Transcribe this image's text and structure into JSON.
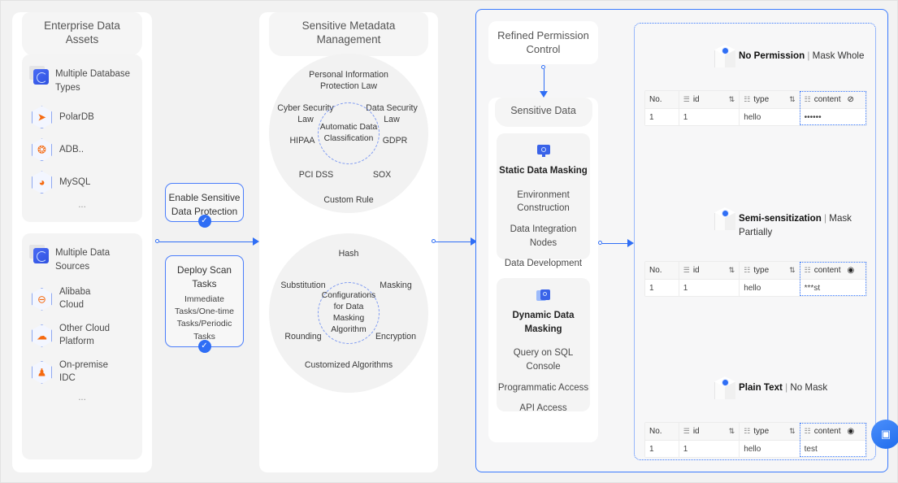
{
  "columns": {
    "enterprise": {
      "title": "Enterprise Data Assets",
      "groups": [
        {
          "heading": "Multiple Database Types",
          "icon": "database-badge-icon",
          "items": [
            {
              "label": "PolarDB",
              "icon": "polardb-hex-icon",
              "glyph": "➤"
            },
            {
              "label": "ADB..",
              "icon": "adb-hex-icon",
              "glyph": "❂"
            },
            {
              "label": "MySQL",
              "icon": "mysql-hex-icon",
              "glyph": "◕"
            }
          ],
          "more": "..."
        },
        {
          "heading": "Multiple Data Sources",
          "icon": "datasource-badge-icon",
          "items": [
            {
              "label": "Alibaba Cloud",
              "icon": "alibaba-cloud-hex-icon",
              "glyph": "⊖"
            },
            {
              "label": "Other Cloud Platform",
              "icon": "other-cloud-hex-icon",
              "glyph": "☁"
            },
            {
              "label": "On-premise IDC",
              "icon": "on-premise-idc-hex-icon",
              "glyph": "♟"
            }
          ],
          "more": "..."
        }
      ]
    },
    "steps": [
      {
        "title": "Enable Sensitive Data Protection",
        "lines": [],
        "check": "✓"
      },
      {
        "title": "Deploy Scan Tasks",
        "lines": [
          "Immediate Tasks/One-time",
          "Tasks/Periodic Tasks"
        ],
        "check": "✓"
      }
    ],
    "metadata": {
      "title": "Sensitive Metadata Management",
      "circles": [
        {
          "center": "Automatic Data Classification",
          "labels": [
            "Personal Information Protection Law",
            "Cyber Security Law",
            "Data Security Law",
            "HIPAA",
            "GDPR",
            "PCI DSS",
            "SOX",
            "Custom Rule"
          ]
        },
        {
          "center": "Configurations for Data Masking Algorithm",
          "labels": [
            "Hash",
            "Substitution",
            "Masking",
            "Rounding",
            "Encryption",
            "Customized Algorithms"
          ]
        }
      ]
    },
    "permission": {
      "title": "Refined Permission Control",
      "sub_title": "Sensitive Data",
      "cards": [
        {
          "heading": "Static Data Masking",
          "icon": "static-masking-icon",
          "items": [
            "Environment Construction",
            "Data Integration Nodes",
            "Data Development"
          ]
        },
        {
          "heading": "Dynamic Data Masking",
          "icon": "dynamic-masking-icon",
          "items": [
            "Query on SQL Console",
            "Programmatic Access",
            "API Access"
          ]
        }
      ]
    }
  },
  "results": [
    {
      "title": "No Permission",
      "separator": "|",
      "mode": "Mask Whole",
      "content_icon": "eye-slash-icon",
      "content_glyph": "⊘",
      "headers": [
        "No.",
        "id",
        "type",
        "content"
      ],
      "row": [
        "1",
        "1",
        "hello",
        "••••••"
      ]
    },
    {
      "title": "Semi-sensitization",
      "separator": "|",
      "mode": "Mask Partially",
      "content_icon": "eye-icon",
      "content_glyph": "◉",
      "headers": [
        "No.",
        "id",
        "type",
        "content"
      ],
      "row": [
        "1",
        "1",
        "hello",
        "***st"
      ]
    },
    {
      "title": "Plain Text",
      "separator": "|",
      "mode": "No Mask",
      "content_icon": "eye-icon",
      "content_glyph": "◉",
      "headers": [
        "No.",
        "id",
        "type",
        "content"
      ],
      "row": [
        "1",
        "1",
        "hello",
        "test"
      ]
    }
  ],
  "icons": {
    "sort": "⇅",
    "list": "☰",
    "file": "☷",
    "fab": "▣"
  },
  "colors": {
    "accent": "#3a7afe",
    "orange": "#f56a11",
    "panel": "#f2f2f2"
  }
}
